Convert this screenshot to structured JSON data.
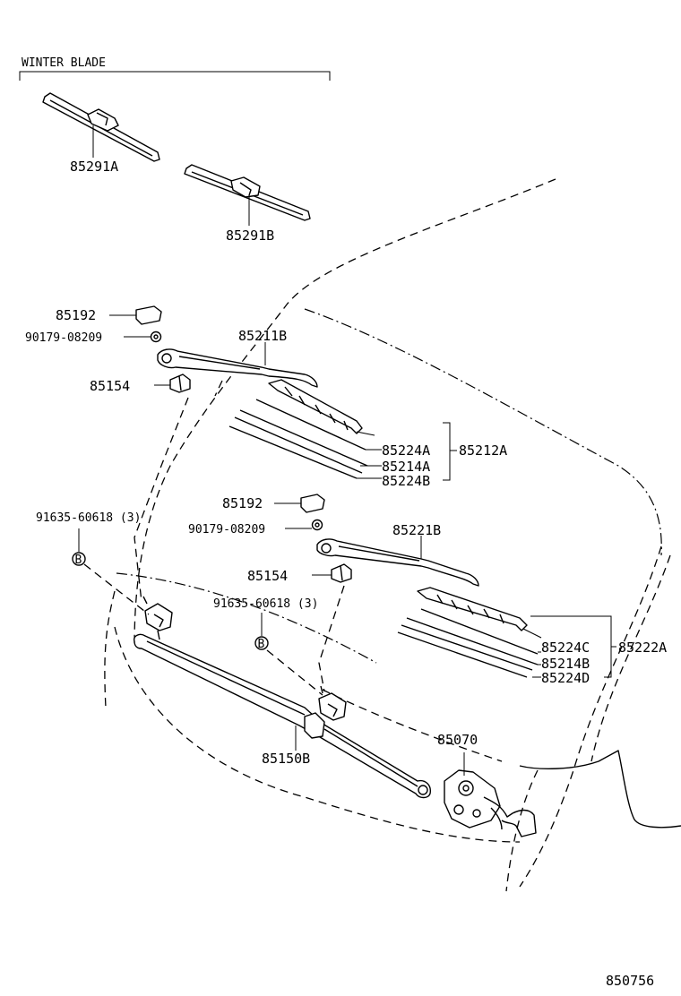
{
  "header": {
    "winter_blade": "WINTER BLADE"
  },
  "labels": {
    "p85291A": "85291A",
    "p85291B": "85291B",
    "p85192_1": "85192",
    "p90179_1": "90179-08209",
    "p85211B": "85211B",
    "p85154_1": "85154",
    "p85224A": "85224A",
    "p85214A": "85214A",
    "p85224B": "85224B",
    "p85212A": "85212A",
    "p85192_2": "85192",
    "p90179_2": "90179-08209",
    "p85221B": "85221B",
    "p91635_1": "91635-60618 (3)",
    "p85154_2": "85154",
    "p91635_2": "91635-60618 (3)",
    "p85224C": "85224C",
    "p85222A": "85222A",
    "p85214B": "85214B",
    "p85224D": "85224D",
    "p85070": "85070",
    "p85150B": "85150B",
    "bolt_marker_1": "B",
    "bolt_marker_2": "B"
  },
  "footer": {
    "figure_number": "850756"
  }
}
